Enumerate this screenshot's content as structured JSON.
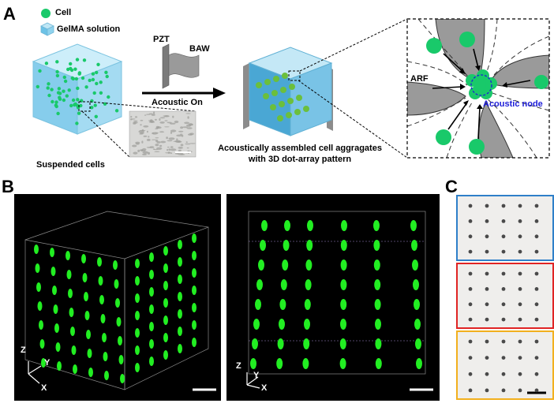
{
  "panels": {
    "a": {
      "letter": "A",
      "legend": {
        "cell": "Cell",
        "gelma": "GelMA solution"
      },
      "pzt": "PZT",
      "baw": "BAW",
      "acoustic_on": "Acoustic On",
      "suspended": "Suspended cells",
      "assembled_line1": "Acoustically assembled cell aggragates",
      "assembled_line2": "with 3D dot-array pattern",
      "arf": "ARF",
      "acoustic_node": "Acoustic node"
    },
    "b": {
      "letter": "B",
      "left_axes": {
        "z": "Z",
        "y": "Y",
        "x": "X"
      },
      "right_axes": {
        "z": "Z",
        "y": "Y",
        "x": "X"
      }
    },
    "c": {
      "letter": "C",
      "frame_colors": [
        "#2e7fc9",
        "#e02424",
        "#f2b01e"
      ]
    }
  },
  "colors": {
    "cell_green": "#19c96a",
    "microscopy_green": "#22ee22",
    "node_blue": "#1d1dd8"
  }
}
